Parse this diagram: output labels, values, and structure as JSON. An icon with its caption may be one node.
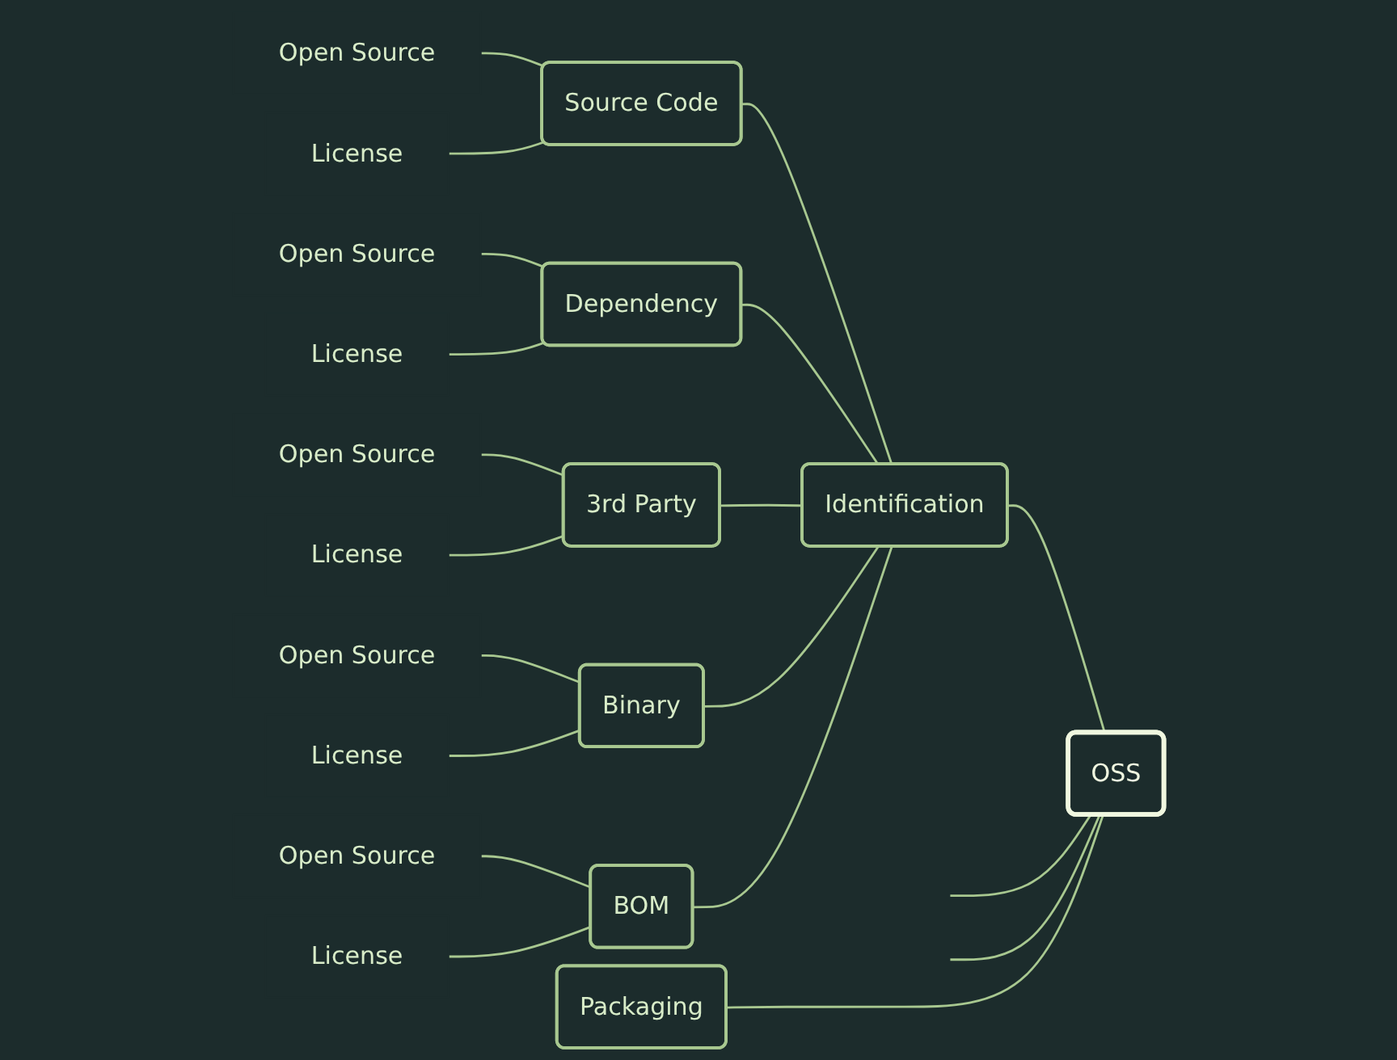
{
  "diagram": {
    "nodes": [
      {
        "text": [
          "OSS"
        ]
      },
      {
        "text": [
          "Identification"
        ]
      },
      {
        "text": [
          "Source Code"
        ]
      },
      {
        "text": [
          "Open Source"
        ]
      },
      {
        "text": [
          "License"
        ]
      },
      {
        "text": [
          "Dependency"
        ]
      },
      {
        "text": [
          "Open Source"
        ]
      },
      {
        "text": [
          "License"
        ]
      },
      {
        "text": [
          "3rd Party"
        ]
      },
      {
        "text": [
          "Open Source"
        ]
      },
      {
        "text": [
          "License"
        ]
      },
      {
        "text": [
          "Binary"
        ]
      },
      {
        "text": [
          "Open Source"
        ]
      },
      {
        "text": [
          "License"
        ]
      },
      {
        "text": [
          "BOM"
        ]
      },
      {
        "text": [
          "Open Source"
        ]
      },
      {
        "text": [
          "License"
        ]
      },
      {
        "text": [
          "Packaging"
        ]
      }
    ],
    "edges": [
      {
        "from": 0,
        "to": 1,
        "arrow": "none"
      },
      {
        "from": 1,
        "to": 2,
        "arrow": "none"
      },
      {
        "from": 2,
        "to": 3,
        "arrow": "none"
      },
      {
        "from": 2,
        "to": 4,
        "arrow": "none"
      },
      {
        "from": 1,
        "to": 5,
        "arrow": "none"
      },
      {
        "from": 5,
        "to": 6,
        "arrow": "none"
      },
      {
        "from": 5,
        "to": 7,
        "arrow": "none"
      },
      {
        "from": 1,
        "to": 8,
        "arrow": "none"
      },
      {
        "from": 8,
        "to": 9,
        "arrow": "none"
      },
      {
        "from": 8,
        "to": 10,
        "arrow": "none"
      },
      {
        "from": 1,
        "to": 11,
        "arrow": "none"
      },
      {
        "from": 11,
        "to": 12,
        "arrow": "none"
      },
      {
        "from": 11,
        "to": 13,
        "arrow": "none"
      },
      {
        "from": 1,
        "to": 14,
        "arrow": "none"
      },
      {
        "from": 14,
        "to": 15,
        "arrow": "none"
      },
      {
        "from": 14,
        "to": 16,
        "arrow": "none"
      },
      {
        "from": 0,
        "to": 17,
        "arrow": "none"
      },
      {
        "from": 0,
        "to": null,
        "arrow": "none"
      },
      {
        "from": 0,
        "to": null,
        "arrow": "none"
      }
    ]
  }
}
